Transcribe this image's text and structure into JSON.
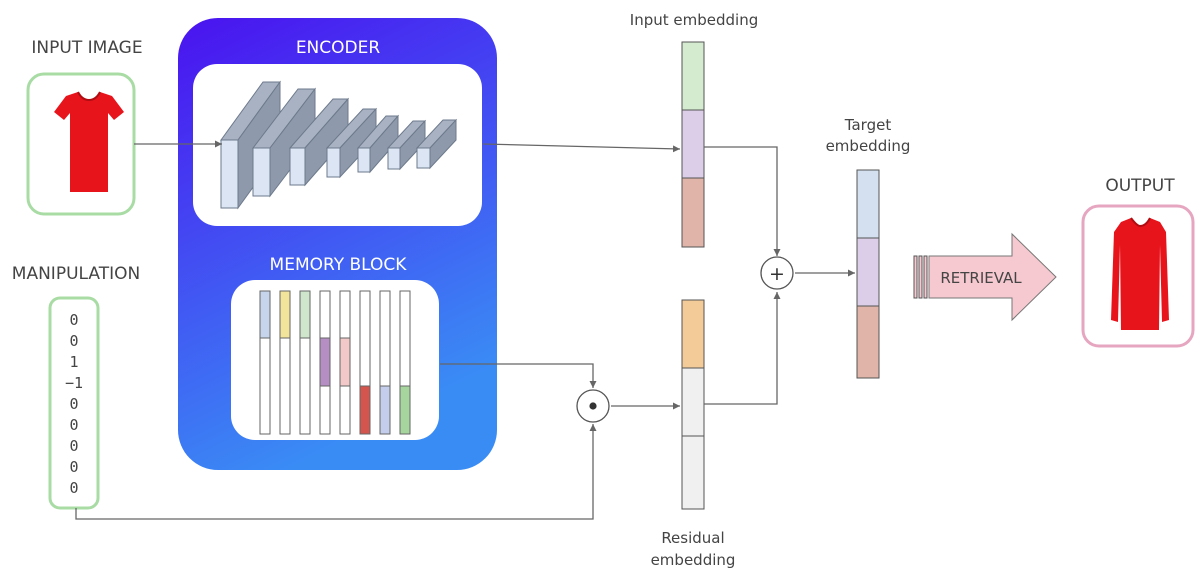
{
  "labels": {
    "input_image": "INPUT IMAGE",
    "encoder": "ENCODER",
    "memory_block": "MEMORY BLOCK",
    "manipulation": "MANIPULATION",
    "input_embedding": "Input embedding",
    "target_embedding_line1": "Target",
    "target_embedding_line2": "embedding",
    "residual_embedding_line1": "Residual",
    "residual_embedding_line2": "embedding",
    "output": "OUTPUT",
    "retrieval": "RETRIEVAL",
    "plus_symbol": "+",
    "hadamard_symbol": "•"
  },
  "manipulation_vector": [
    "0",
    "0",
    "1",
    "−1",
    "0",
    "0",
    "0",
    "0",
    "0"
  ],
  "colors": {
    "encoder_gradient_top": "#4a12f0",
    "encoder_gradient_bottom": "#3a8cf5",
    "input_frame": "#a8dca4",
    "output_frame": "#e6a6c0",
    "retrieval_arrow": "#f6c8cf",
    "shirt": "#e8141c",
    "emb_green": "#d4ebd0",
    "emb_purple": "#dccde8",
    "emb_red": "#e0b4a8",
    "emb_blue": "#d4e0f0",
    "emb_orange": "#f3cb98",
    "emb_gray": "#f0f0f0"
  },
  "icons": [
    "tshirt-icon",
    "longsleeve-shirt-icon",
    "plus-operator-icon",
    "hadamard-operator-icon"
  ]
}
